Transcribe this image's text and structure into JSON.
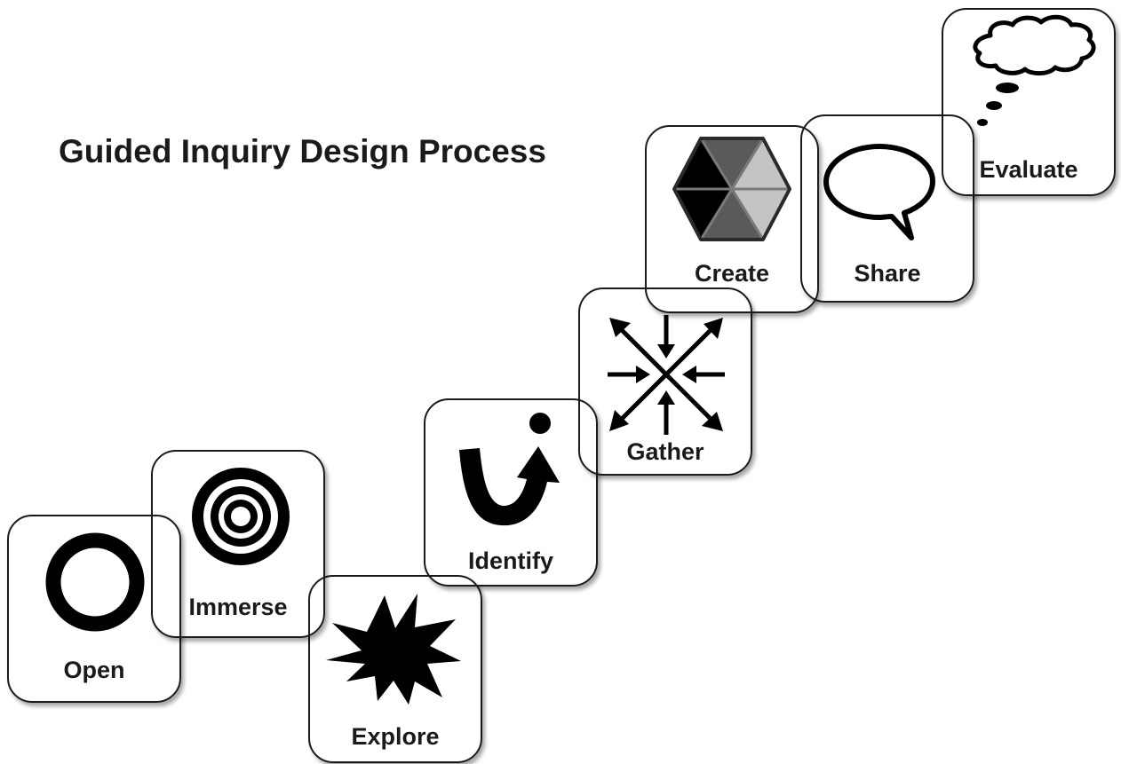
{
  "title": "Guided Inquiry Design Process",
  "stages": [
    {
      "label": "Open",
      "icon": "ring-icon"
    },
    {
      "label": "Immerse",
      "icon": "concentric-circles-icon"
    },
    {
      "label": "Explore",
      "icon": "starburst-icon"
    },
    {
      "label": "Identify",
      "icon": "u-turn-arrow-icon"
    },
    {
      "label": "Gather",
      "icon": "converging-arrows-icon"
    },
    {
      "label": "Create",
      "icon": "hexagon-icon"
    },
    {
      "label": "Share",
      "icon": "speech-bubble-icon"
    },
    {
      "label": "Evaluate",
      "icon": "thought-bubble-icon"
    }
  ],
  "colors": {
    "ink": "#1a1a1a",
    "hex_dark": "#5a5a5a",
    "hex_light": "#c4c4c4",
    "background": "#ffffff"
  }
}
